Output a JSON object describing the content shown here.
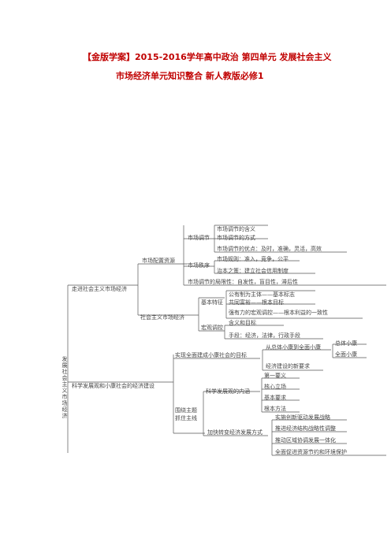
{
  "title": {
    "line1": "【金版学案】2015-2016学年高中政治 第四单元 发展社会主义",
    "line2": "市场经济单元知识整合 新人教版必修1"
  },
  "mindmap": {
    "root": "发展社会主义市场经济",
    "n1": "走进社会主义市场经济",
    "n1a": "市场配置资源",
    "n1a1": "市场调节",
    "n1a1_1": "市场调节的含义",
    "n1a1_2": "市场调节的方式",
    "n1a1_3": "市场调节的优点：及时，准确，灵活，高效",
    "n1a2": "市场秩序",
    "n1a2_1": "市场规则：准入，竞争，公平",
    "n1a2_2": "治本之策：建立社会信用制度",
    "n1a3": "市场调节的局限性：自发性，盲目性，滞后性",
    "n1b": "社会主义市场经济",
    "n1b1": "基本特征",
    "n1b1_1": "公有制为主体——基本标志",
    "n1b1_2": "共同富裕——根本目标",
    "n1b1_3": "强有力的宏观调控——根本利益的一致性",
    "n1b2": "宏观调控",
    "n1b2_1": "含义和目标",
    "n1b2_2": "手段：经济，法律，行政手段",
    "n2": "科学发展观和小康社会的经济建设",
    "n2a": "实现全面建成小康社会的目标",
    "n2a1": "从总体小康到全面小康",
    "n2a1_1": "总体小康",
    "n2a1_2": "全面小康",
    "n2a2": "经济建设的新要求",
    "n2b": "围绕主题抓住主线",
    "n2b1": "科学发展观的内涵",
    "n2b1_1": "第一要义",
    "n2b1_2": "核心立场",
    "n2b1_3": "基本要求",
    "n2b1_4": "根本方法",
    "n2b2": "加快转变经济发展方式",
    "n2b2_1": "实施创新驱动发展战略",
    "n2b2_2": "推进经济结构战略性调整",
    "n2b2_3": "推动区域协调发展一体化",
    "n2b2_4": "全面促进资源节约和环境保护"
  }
}
